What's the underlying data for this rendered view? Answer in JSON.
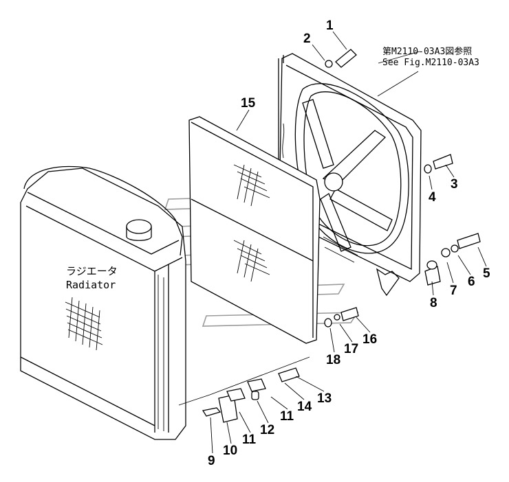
{
  "reference_note": {
    "line1": "第M2110-03A3図参照",
    "line2": "See Fig.M2110-03A3"
  },
  "radiator_label": {
    "japanese": "ラジエータ",
    "english": "Radiator"
  },
  "callouts": [
    {
      "id": "1",
      "text": "1"
    },
    {
      "id": "2",
      "text": "2"
    },
    {
      "id": "3",
      "text": "3"
    },
    {
      "id": "4",
      "text": "4"
    },
    {
      "id": "5",
      "text": "5"
    },
    {
      "id": "6",
      "text": "6"
    },
    {
      "id": "7",
      "text": "7"
    },
    {
      "id": "8",
      "text": "8"
    },
    {
      "id": "9",
      "text": "9"
    },
    {
      "id": "10",
      "text": "10"
    },
    {
      "id": "11a",
      "text": "11"
    },
    {
      "id": "11b",
      "text": "11"
    },
    {
      "id": "12",
      "text": "12"
    },
    {
      "id": "13",
      "text": "13"
    },
    {
      "id": "14",
      "text": "14"
    },
    {
      "id": "15",
      "text": "15"
    },
    {
      "id": "16",
      "text": "16"
    },
    {
      "id": "17",
      "text": "17"
    },
    {
      "id": "18",
      "text": "18"
    }
  ]
}
